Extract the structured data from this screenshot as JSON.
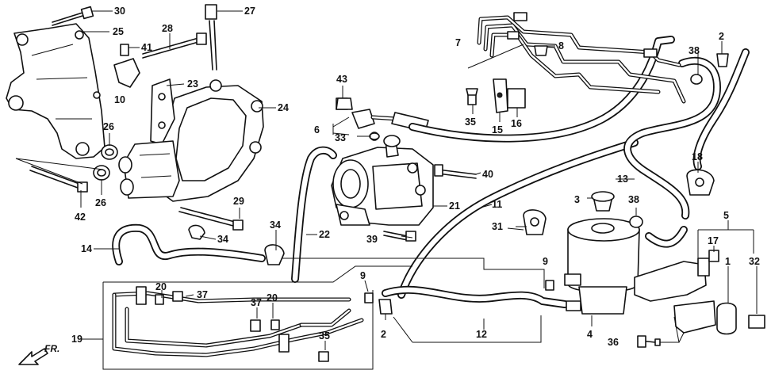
{
  "callouts": {
    "c1": "1",
    "c2a": "2",
    "c2b": "2",
    "c3": "3",
    "c4": "4",
    "c5": "5",
    "c6": "6",
    "c7": "7",
    "c8": "8",
    "c9a": "9",
    "c9b": "9",
    "c10": "10",
    "c11": "11",
    "c12": "12",
    "c13": "13",
    "c14": "14",
    "c15": "15",
    "c16": "16",
    "c17": "17",
    "c18": "18",
    "c19": "19",
    "c20a": "20",
    "c20b": "20",
    "c21": "21",
    "c22": "22",
    "c23": "23",
    "c24": "24",
    "c25": "25",
    "c26a": "26",
    "c26b": "26",
    "c27": "27",
    "c28": "28",
    "c29": "29",
    "c30": "30",
    "c31": "31",
    "c32": "32",
    "c33": "33",
    "c34a": "34",
    "c34b": "34",
    "c35a": "35",
    "c35b": "35",
    "c36": "36",
    "c37a": "37",
    "c37b": "37",
    "c38a": "38",
    "c38b": "38",
    "c39": "39",
    "c40": "40",
    "c41": "41",
    "c42": "42",
    "c43": "43"
  },
  "direction_label": "FR.",
  "colors": {
    "ink": "#111111",
    "paper": "#ffffff"
  }
}
